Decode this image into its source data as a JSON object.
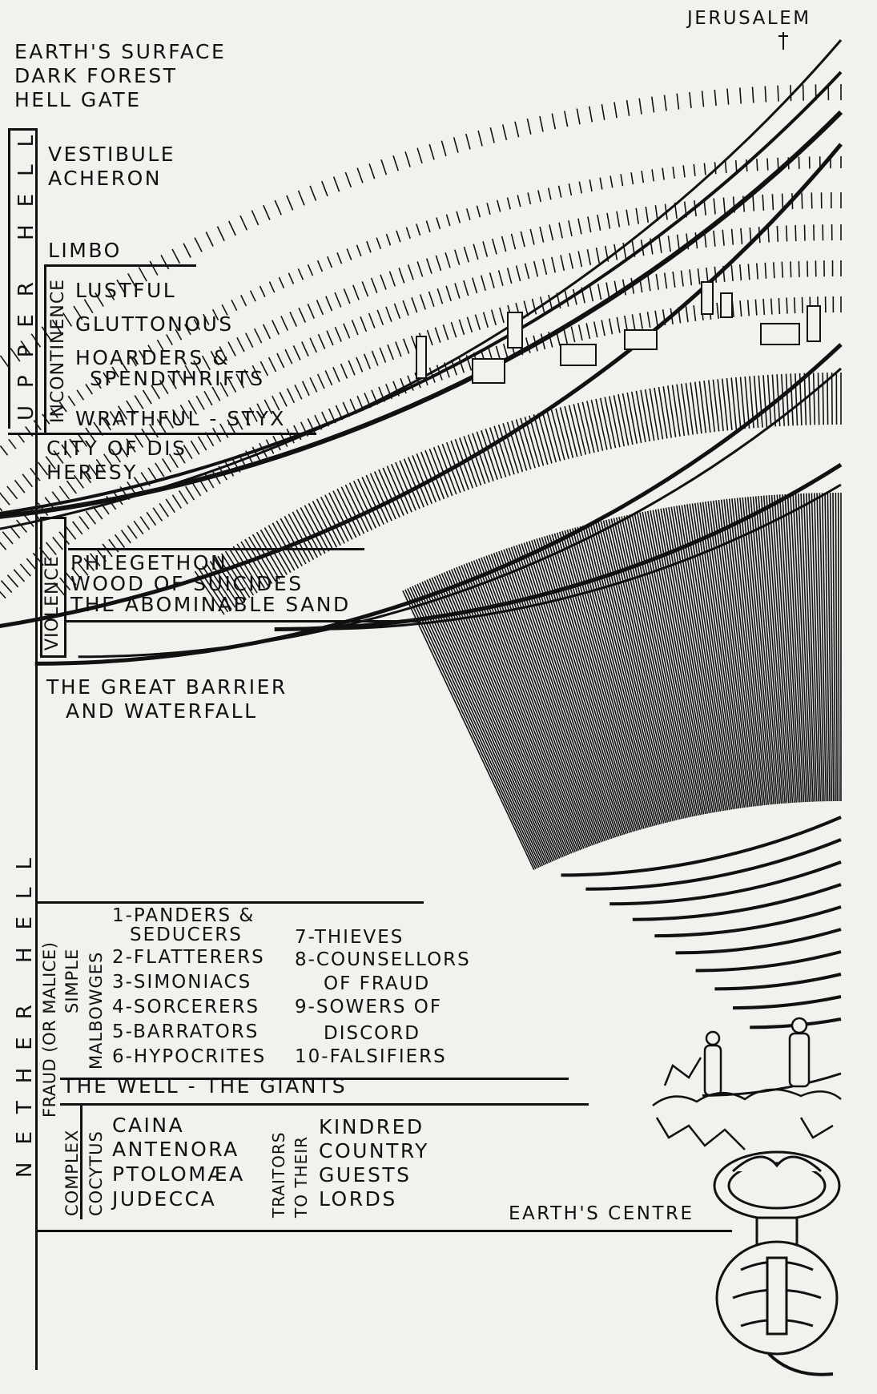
{
  "top": {
    "jerusalem": "JERUSALEM",
    "earths_surface": "EARTH'S SURFACE",
    "dark_forest": "DARK FOREST",
    "hell_gate": "HELL GATE"
  },
  "upper_hell": {
    "section_label": "UPPER HELL",
    "vestibule": "VESTIBULE",
    "acheron": "ACHERON",
    "limbo": "LIMBO",
    "incontinence_label": "INCONTINENCE",
    "lustful": "LUSTFUL",
    "gluttonous": "GLUTTONOUS",
    "hoarders_1": "HOARDERS &",
    "hoarders_2": "SPENDTHRIFTS",
    "wrathful": "WRATHFUL - STYX"
  },
  "nether_hell": {
    "section_label": "NETHER HELL",
    "city_of_dis": "CITY OF DIS",
    "heresy": "HERESY",
    "violence_label": "VIOLENCE",
    "phlegethon": "PHLEGETHON",
    "wood_of_suicides": "WOOD OF SUICIDES",
    "abominable_sand": "THE ABOMINABLE SAND",
    "barrier_1": "THE GREAT BARRIER",
    "barrier_2": "AND WATERFALL",
    "fraud_label": "FRAUD (OR MALICE)",
    "simple_label": "SIMPLE",
    "complex_label": "COMPLEX",
    "malbowges_label": "MALBOWGES",
    "cocytus_label": "COCYTUS",
    "traitors_label_1": "TRAITORS",
    "traitors_label_2": "TO THEIR",
    "malbowges": [
      "1-PANDERS &",
      "SEDUCERS",
      "2-FLATTERERS",
      "3-SIMONIACS",
      "4-SORCERERS",
      "5-BARRATORS",
      "6-HYPOCRITES"
    ],
    "malbowges_right": [
      "7-THIEVES",
      "8-COUNSELLORS",
      "OF FRAUD",
      "9-SOWERS OF",
      "DISCORD",
      "10-FALSIFIERS"
    ],
    "well_giants": "THE WELL - THE GIANTS",
    "cocytus_regions": [
      "CAINA",
      "ANTENORA",
      "PTOLOMÆA",
      "JUDECCA"
    ],
    "traitors_to": [
      "KINDRED",
      "COUNTRY",
      "GUESTS",
      "LORDS"
    ],
    "earths_centre": "EARTH'S CENTRE"
  },
  "colors": {
    "ink": "#111111",
    "paper": "#f1f1ee"
  }
}
